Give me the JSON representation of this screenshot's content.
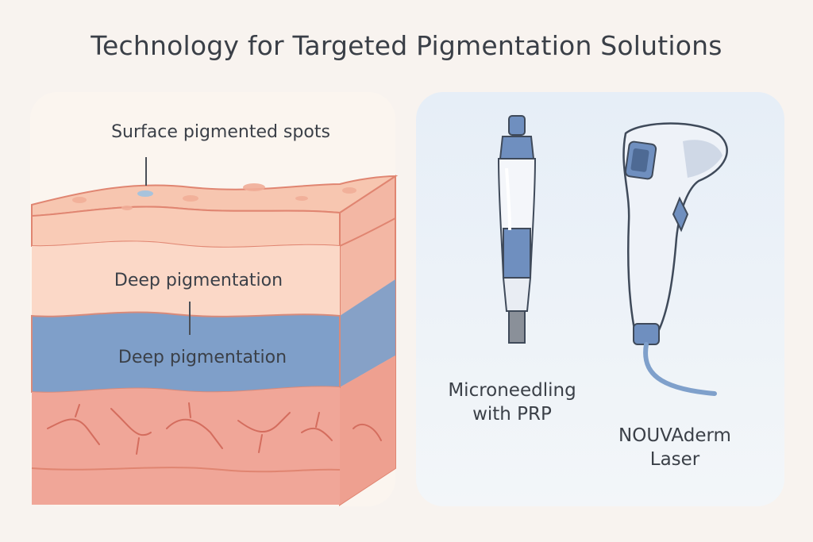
{
  "title": "Technology for Targeted Pigmentation Solutions",
  "skin_diagram": {
    "surface_label": "Surface pigmented spots",
    "middle_label": "Deep pigmentation",
    "blue_label": "Deep pigmentation"
  },
  "devices": {
    "microneedling_line1": "Microneedling",
    "microneedling_line2": "with PRP",
    "laser_line1": "NOUVAderm",
    "laser_line2": "Laser"
  },
  "colors": {
    "epidermis": "#f7c6b0",
    "dermis": "#fbd8c7",
    "pigment_layer": "#7f9fc9",
    "deep_layer": "#f0a698",
    "outline": "#e08571",
    "device_blue": "#6f8fbf"
  }
}
